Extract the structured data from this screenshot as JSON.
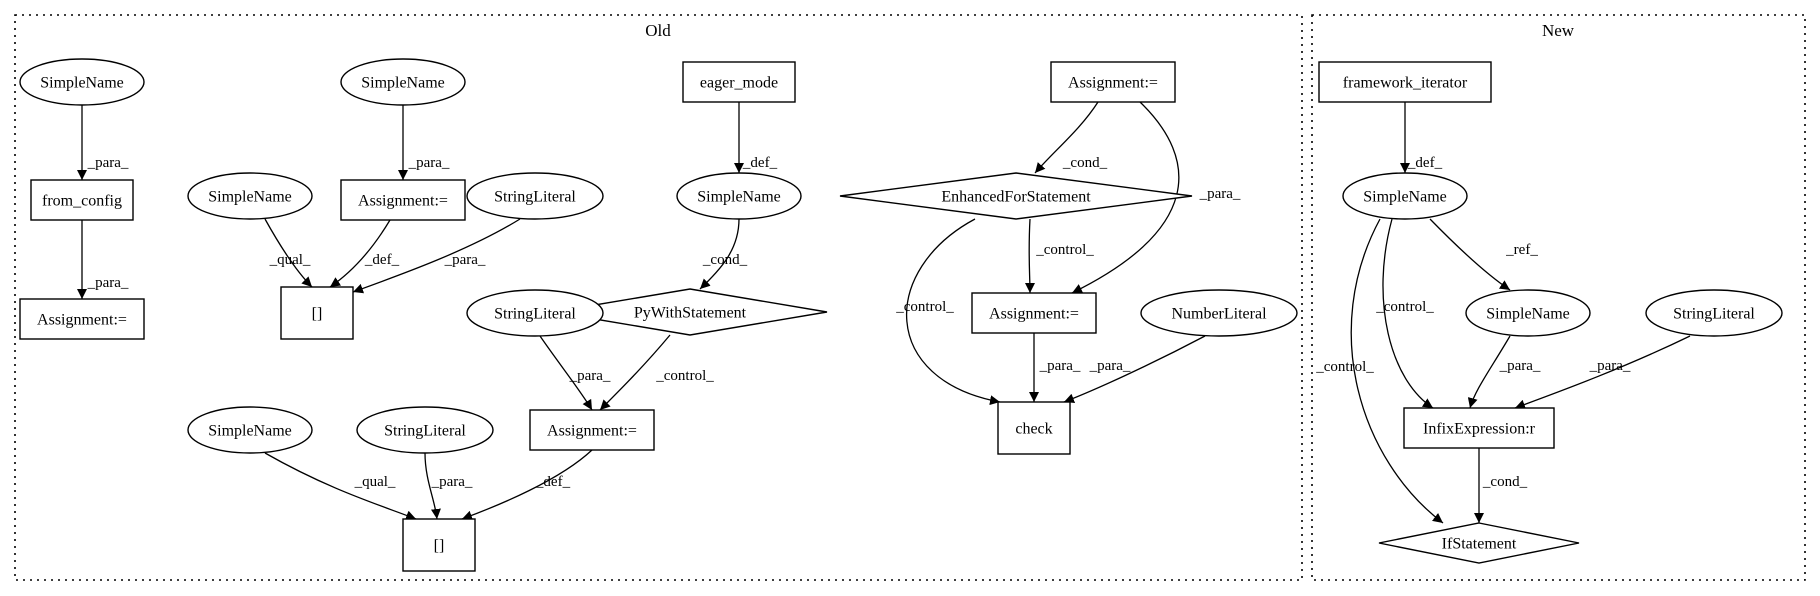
{
  "clusters": [
    {
      "id": "old",
      "label": "Old"
    },
    {
      "id": "new",
      "label": "New"
    }
  ],
  "nodes": [
    {
      "id": "o_sn1",
      "shape": "ellipse",
      "label": "SimpleName"
    },
    {
      "id": "o_fromcfg",
      "shape": "box",
      "label": "from_config"
    },
    {
      "id": "o_assign1",
      "shape": "box",
      "label": "Assignment:="
    },
    {
      "id": "o_sn2",
      "shape": "ellipse",
      "label": "SimpleName"
    },
    {
      "id": "o_assign2",
      "shape": "box",
      "label": "Assignment:="
    },
    {
      "id": "o_sn3",
      "shape": "ellipse",
      "label": "SimpleName"
    },
    {
      "id": "o_str1",
      "shape": "ellipse",
      "label": "StringLiteral"
    },
    {
      "id": "o_idx1",
      "shape": "box",
      "label": "[]"
    },
    {
      "id": "o_eager",
      "shape": "box",
      "label": "eager_mode"
    },
    {
      "id": "o_sn4",
      "shape": "ellipse",
      "label": "SimpleName"
    },
    {
      "id": "o_with",
      "shape": "diamond",
      "label": "PyWithStatement"
    },
    {
      "id": "o_str2",
      "shape": "ellipse",
      "label": "StringLiteral"
    },
    {
      "id": "o_assign3",
      "shape": "box",
      "label": "Assignment:="
    },
    {
      "id": "o_sn5",
      "shape": "ellipse",
      "label": "SimpleName"
    },
    {
      "id": "o_str3",
      "shape": "ellipse",
      "label": "StringLiteral"
    },
    {
      "id": "o_idx2",
      "shape": "box",
      "label": "[]"
    },
    {
      "id": "o_assign4",
      "shape": "box",
      "label": "Assignment:="
    },
    {
      "id": "o_for",
      "shape": "diamond",
      "label": "EnhancedForStatement"
    },
    {
      "id": "o_assign5",
      "shape": "box",
      "label": "Assignment:="
    },
    {
      "id": "o_num",
      "shape": "ellipse",
      "label": "NumberLiteral"
    },
    {
      "id": "o_check",
      "shape": "box",
      "label": "check"
    },
    {
      "id": "n_fw",
      "shape": "box",
      "label": "framework_iterator"
    },
    {
      "id": "n_sn1",
      "shape": "ellipse",
      "label": "SimpleName"
    },
    {
      "id": "n_sn2",
      "shape": "ellipse",
      "label": "SimpleName"
    },
    {
      "id": "n_str",
      "shape": "ellipse",
      "label": "StringLiteral"
    },
    {
      "id": "n_infix",
      "shape": "box",
      "label": "InfixExpression:r"
    },
    {
      "id": "n_if",
      "shape": "diamond",
      "label": "IfStatement"
    }
  ],
  "edges": [
    {
      "from": "o_sn1",
      "to": "o_fromcfg",
      "label": "_para_"
    },
    {
      "from": "o_fromcfg",
      "to": "o_assign1",
      "label": "_para_"
    },
    {
      "from": "o_sn2",
      "to": "o_assign2",
      "label": "_para_"
    },
    {
      "from": "o_sn3",
      "to": "o_idx1",
      "label": "_qual_"
    },
    {
      "from": "o_assign2",
      "to": "o_idx1",
      "label": "_def_"
    },
    {
      "from": "o_str1",
      "to": "o_idx1",
      "label": "_para_"
    },
    {
      "from": "o_eager",
      "to": "o_sn4",
      "label": "_def_"
    },
    {
      "from": "o_sn4",
      "to": "o_with",
      "label": "_cond_"
    },
    {
      "from": "o_str2",
      "to": "o_assign3",
      "label": "_para_"
    },
    {
      "from": "o_with",
      "to": "o_assign3",
      "label": "_control_"
    },
    {
      "from": "o_sn5",
      "to": "o_idx2",
      "label": "_qual_"
    },
    {
      "from": "o_str3",
      "to": "o_idx2",
      "label": "_para_"
    },
    {
      "from": "o_assign3",
      "to": "o_idx2",
      "label": "_def_"
    },
    {
      "from": "o_assign4",
      "to": "o_for",
      "label": "_cond_"
    },
    {
      "from": "o_assign4",
      "to": "o_assign5",
      "label": "_para_"
    },
    {
      "from": "o_for",
      "to": "o_assign5",
      "label": "_control_"
    },
    {
      "from": "o_for",
      "to": "o_check",
      "label": "_control_"
    },
    {
      "from": "o_assign5",
      "to": "o_check",
      "label": "_para_"
    },
    {
      "from": "o_num",
      "to": "o_check",
      "label": "_para_"
    },
    {
      "from": "n_fw",
      "to": "n_sn1",
      "label": "_def_"
    },
    {
      "from": "n_sn1",
      "to": "n_sn2",
      "label": "_ref_"
    },
    {
      "from": "n_sn1",
      "to": "n_infix",
      "label": "_control_"
    },
    {
      "from": "n_sn1",
      "to": "n_if",
      "label": "_control_"
    },
    {
      "from": "n_sn2",
      "to": "n_infix",
      "label": "_para_"
    },
    {
      "from": "n_str",
      "to": "n_infix",
      "label": "_para_"
    },
    {
      "from": "n_infix",
      "to": "n_if",
      "label": "_cond_"
    }
  ]
}
